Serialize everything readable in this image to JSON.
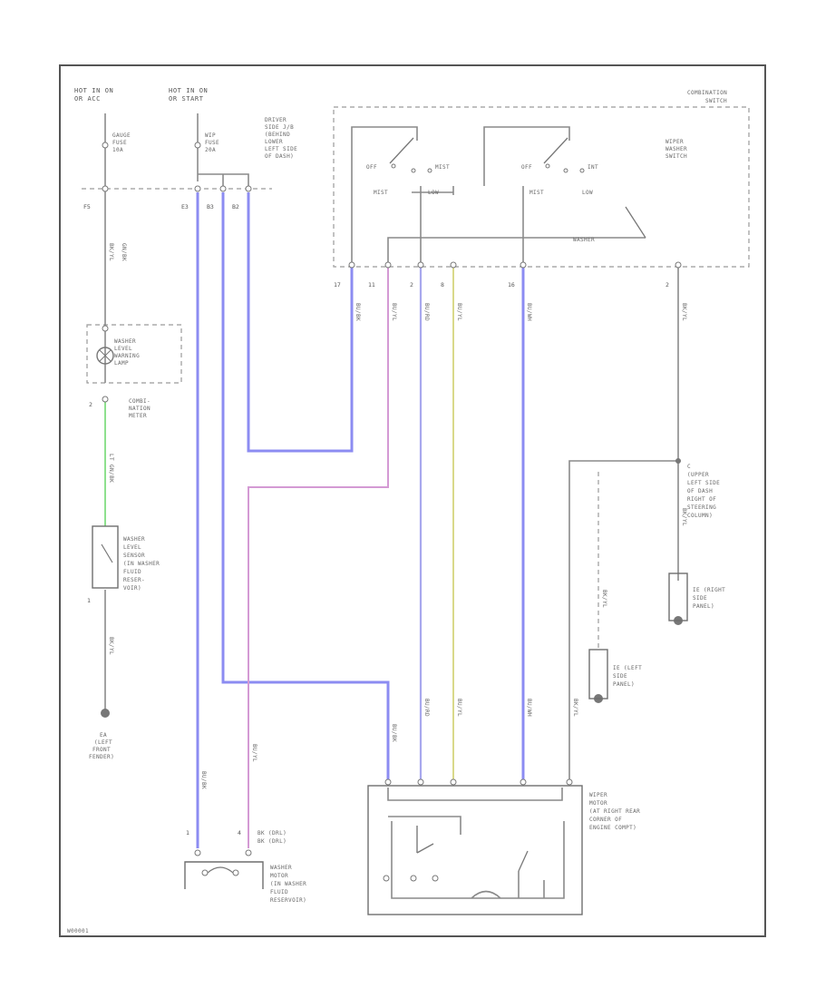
{
  "labels": {
    "hot1": "HOT IN ON",
    "hot1b": "OR ACC",
    "hot2": "HOT IN ON",
    "hot2b": "OR START",
    "gauge_fuse": "GAUGE",
    "gauge_fuse_b": "FUSE",
    "gauge_fuse_c": "10A",
    "wip_fuse": "WIP",
    "wip_fuse_b": "FUSE",
    "wip_fuse_c": "20A",
    "jb1": "DRIVER",
    "jb2": "SIDE J/B",
    "jb3": "(BEHIND",
    "jb4": "LOWER",
    "jb5": "LEFT SIDE",
    "jb6": "OF DASH)",
    "comb1": "COMBINATION",
    "comb2": "SWITCH",
    "ws1": "WIPER",
    "ws2": "WASHER",
    "ws3": "SWITCH",
    "off1": "OFF",
    "mist1": "MIST",
    "low1": "LOW",
    "off2": "OFF",
    "int2": "INT",
    "low2": "LOW",
    "washer": "WASHER",
    "lamp1": "WASHER",
    "lamp2": "LEVEL",
    "lamp3": "WARNING",
    "lamp4": "LAMP",
    "cm1": "COMBI-",
    "cm2": "NATION",
    "cm3": "METER",
    "sens1": "WASHER",
    "sens2": "LEVEL",
    "sens3": "SENSOR",
    "sens4": "(IN WASHER",
    "sens5": "FLUID",
    "sens6": "RESER-",
    "sens7": "VOIR)",
    "g1": "EA",
    "g2": "(LEFT",
    "g3": "FRONT",
    "g4": "FENDER)",
    "spl1": "C",
    "spl2": "(UPPER",
    "spl3": "LEFT SIDE",
    "spl4": "OF DASH",
    "spl5": "RIGHT OF",
    "spl6": "STEERING",
    "spl7": "COLUMN)",
    "ie1": "IE (RIGHT",
    "ie2": "SIDE",
    "ie3": "PANEL)",
    "ie4": "IE (LEFT",
    "ie5": "SIDE",
    "ie6": "PANEL)",
    "wm1": "WIPER",
    "wm2": "MOTOR",
    "wm3": "(AT RIGHT REAR",
    "wm4": "CORNER OF",
    "wm5": "ENGINE COMPT)",
    "wsm1": "WASHER",
    "wsm2": "MOTOR",
    "wsm3": "(IN WASHER",
    "wsm4": "FLUID",
    "wsm5": "RESERVOIR)",
    "wmw1": "BK (DRL)",
    "wmw2": "BK (DRL)",
    "pins": [
      "F5",
      "E3",
      "B3",
      "B2",
      "17",
      "11",
      "2",
      "8",
      "16",
      "2",
      "2",
      "1",
      "1",
      "4"
    ],
    "wire_fuse_left": "BK/YL",
    "wire_fuse_right": "GN/BK",
    "wire_lt_grn": "LT GN/BK",
    "wire_left_bot": "BK/YL",
    "wire_sw_a": "BU/BK",
    "wire_sw_b": "BU/YL",
    "wire_sw_c": "BU/RD",
    "wire_sw_d": "BU/YL",
    "wire_sw_e": "BU/WH",
    "wire_sw_f": "BK/YL",
    "wire_bot_a": "BU/BK",
    "wire_bot_b": "BU/RD",
    "wire_bot_c": "BU/YL",
    "wire_bot_d": "BU/WH",
    "wire_bot_e": "BK/YL",
    "wire_wsm_a": "BU/BK",
    "wire_wsm_b": "BU/YL",
    "wire_ie_a": "BK/YL",
    "wire_ie_b": "BK/YL",
    "code": "W00001"
  }
}
